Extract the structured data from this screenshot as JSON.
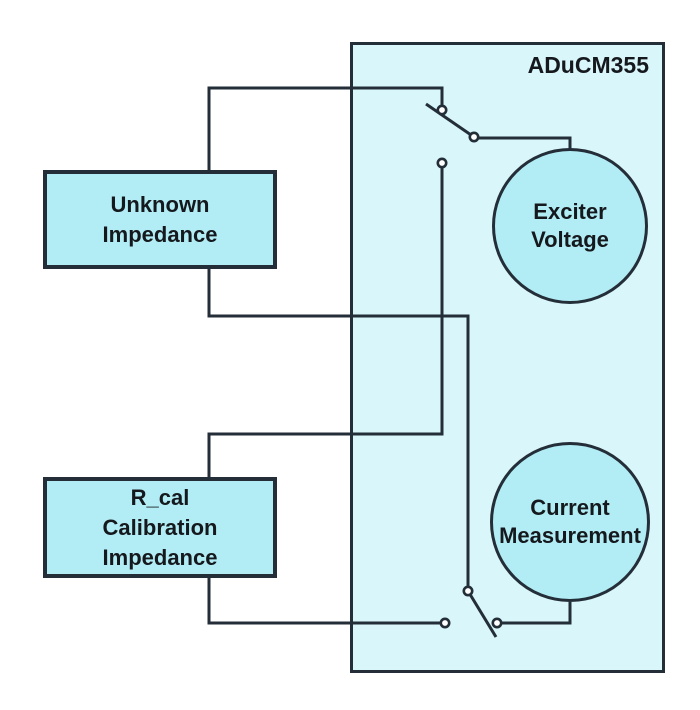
{
  "chip": {
    "label": "ADuCM355"
  },
  "nodes": {
    "unknown_impedance": {
      "lines": [
        "Unknown",
        "Impedance"
      ]
    },
    "rcal_impedance": {
      "lines": [
        "R_cal",
        "Calibration",
        "Impedance"
      ]
    },
    "exciter_voltage": {
      "lines": [
        "Exciter",
        "Voltage"
      ]
    },
    "current_measurement": {
      "lines": [
        "Current",
        "Measurement"
      ]
    }
  },
  "colors": {
    "chip-fill": "#d9f6fa",
    "node-fill": "#b2edf5",
    "line": "#232e38",
    "text": "#15191d",
    "contact-fill": "#ffffff",
    "background": "#ffffff"
  }
}
